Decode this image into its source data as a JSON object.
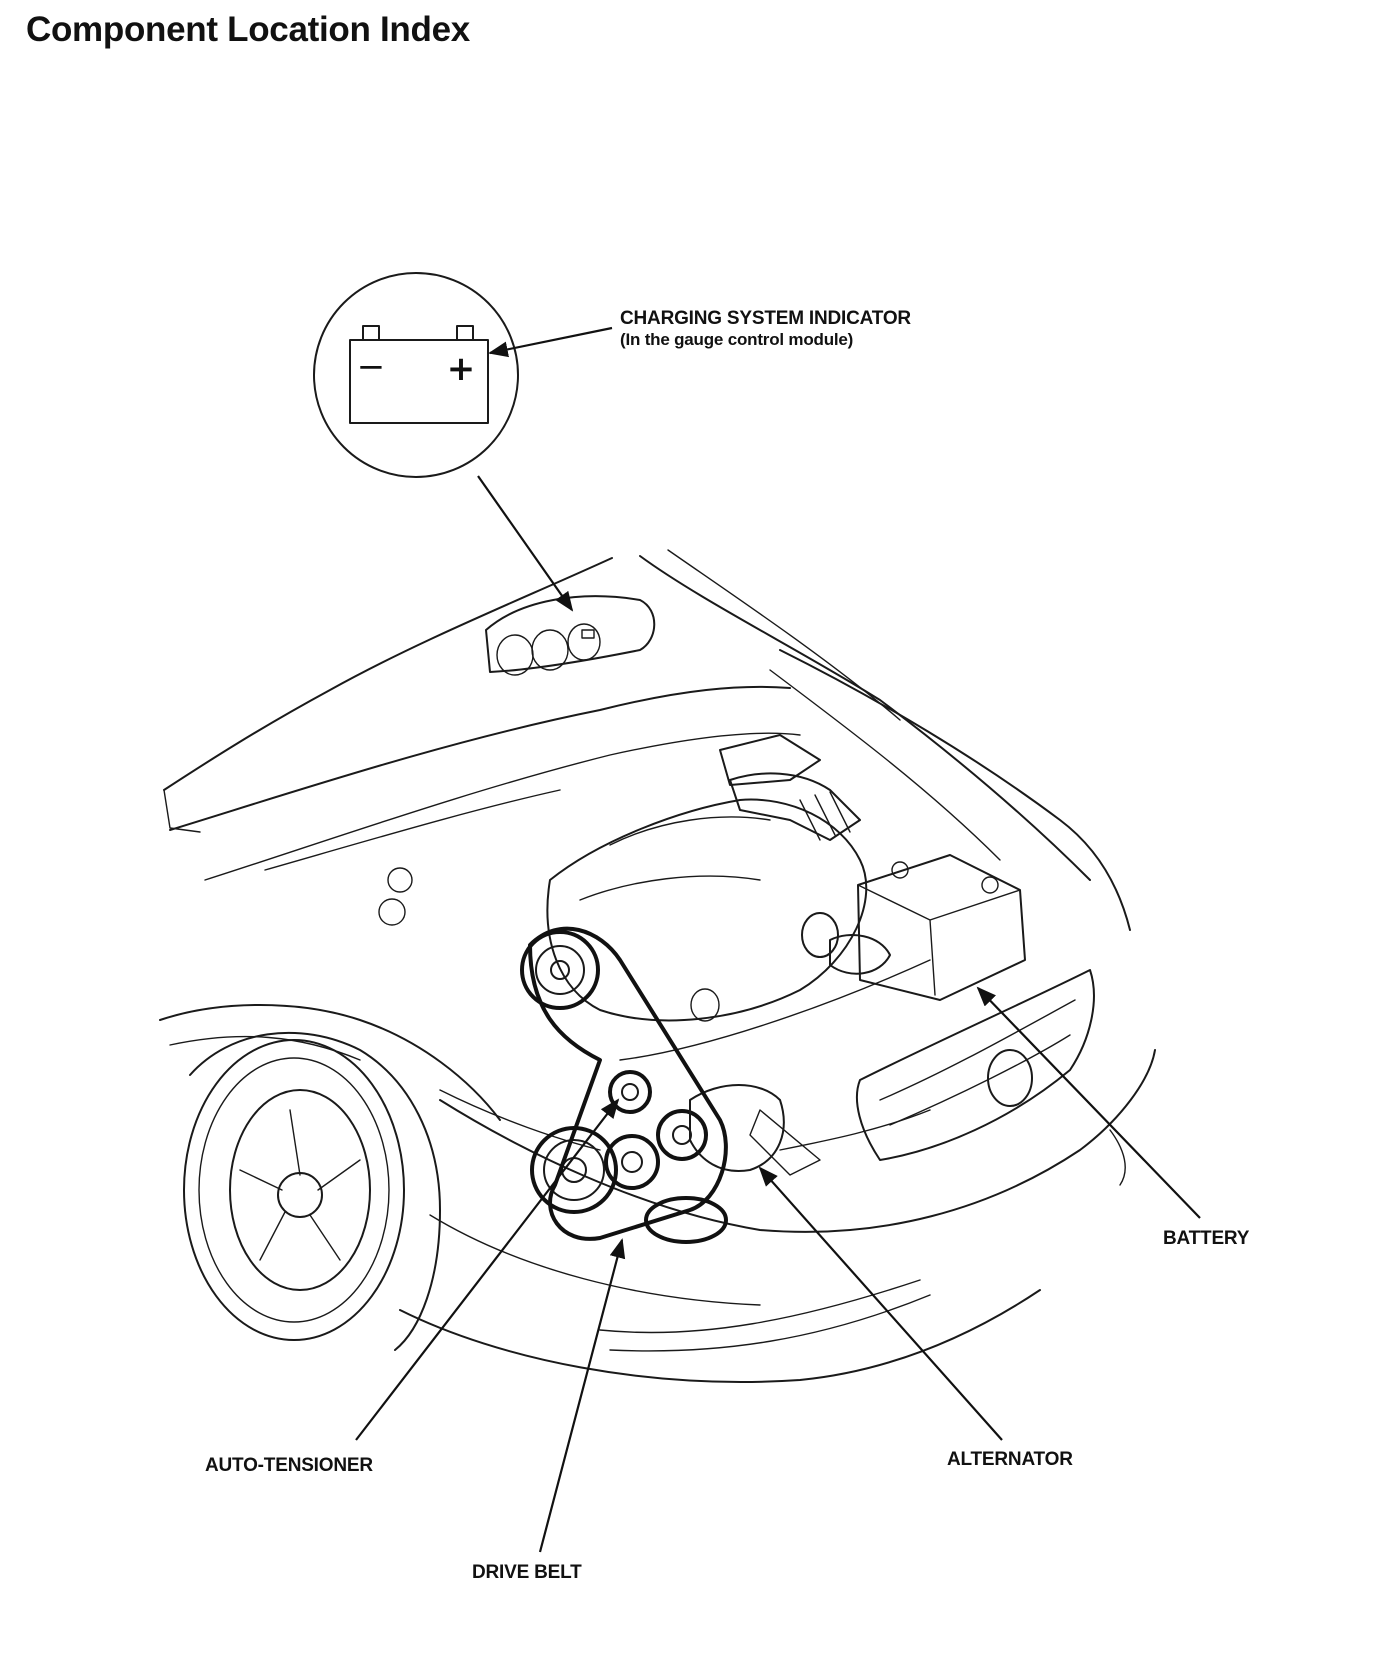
{
  "title": "Component Location Index",
  "labels": {
    "charging_system_indicator": "CHARGING SYSTEM INDICATOR",
    "charging_system_indicator_note": "(In the gauge control module)",
    "battery": "BATTERY",
    "auto_tensioner": "AUTO-TENSIONER",
    "alternator": "ALTERNATOR",
    "drive_belt": "DRIVE BELT"
  },
  "battery_symbol": {
    "negative": "−",
    "positive": "+"
  }
}
